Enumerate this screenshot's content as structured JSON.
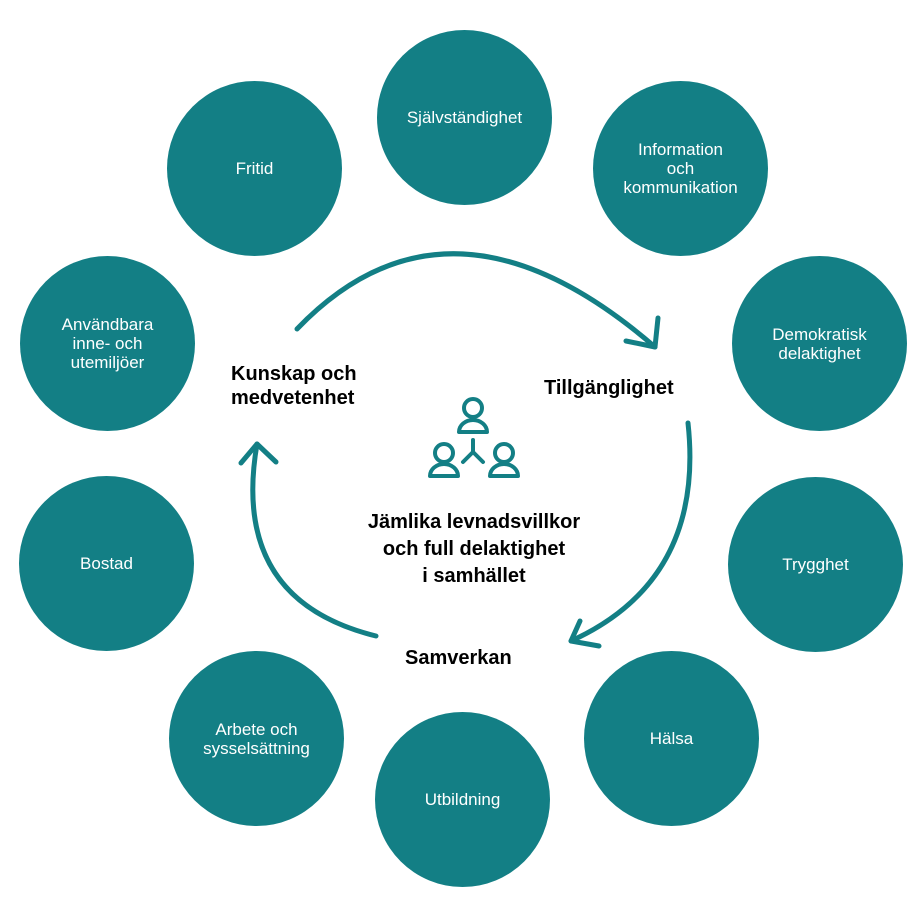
{
  "colors": {
    "circle_fill": "#137f85",
    "arrow": "#137f85",
    "icon": "#137f85",
    "text_dark": "#000000",
    "text_light": "#ffffff"
  },
  "outer_circles": [
    {
      "id": "sjalvstandighet",
      "label": "Självständighet"
    },
    {
      "id": "information",
      "label": "Information\noch\nkommunikation"
    },
    {
      "id": "demokratisk",
      "label": "Demokratisk\ndelaktighet"
    },
    {
      "id": "trygghet",
      "label": "Trygghet"
    },
    {
      "id": "halsa",
      "label": "Hälsa"
    },
    {
      "id": "utbildning",
      "label": "Utbildning"
    },
    {
      "id": "arbete",
      "label": "Arbete och\nsysselsättning"
    },
    {
      "id": "bostad",
      "label": "Bostad"
    },
    {
      "id": "anvandbara",
      "label": "Användbara\ninne- och\nutemiljöer"
    },
    {
      "id": "fritid",
      "label": "Fritid"
    }
  ],
  "cycle": {
    "kunskap": "Kunskap och\nmedvetenhet",
    "tillganglighet": "Tillgänglighet",
    "samverkan": "Samverkan"
  },
  "center": {
    "icon": "people-network-icon",
    "title": "Jämlika levnadsvillkor\noch full delaktighet\ni samhället"
  }
}
